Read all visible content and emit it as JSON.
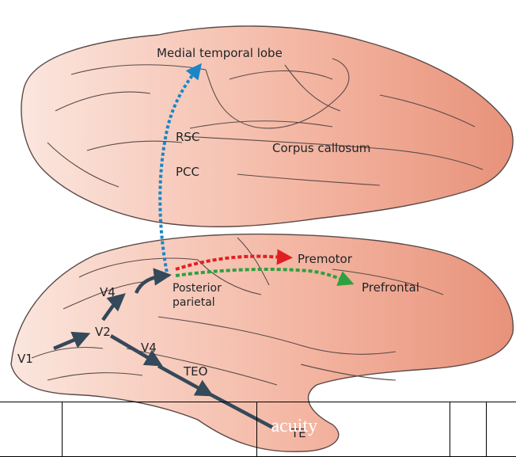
{
  "labels": {
    "medial_temporal_lobe": "Medial temporal lobe",
    "rsc": "RSC",
    "pcc": "PCC",
    "corpus_callosum": "Corpus callosum",
    "premotor": "Premotor",
    "prefrontal": "Prefrontal",
    "posterior": "Posterior",
    "parietal": "parietal",
    "v1": "V1",
    "v2": "V2",
    "v4_upper": "V4",
    "v4_lower": "V4",
    "teo": "TEO",
    "te": "TE"
  },
  "overlay": {
    "cells": [
      "",
      "",
      "acuity",
      "",
      ""
    ]
  },
  "colors": {
    "brain_light": "#f9e0d8",
    "brain_dark": "#e8927a",
    "sulcus_line": "#5a4a48",
    "ventral_arrow": "#34495a",
    "medial_arrow": "#1a86c8",
    "premotor_arrow": "#e02020",
    "prefrontal_arrow": "#2ea040"
  }
}
